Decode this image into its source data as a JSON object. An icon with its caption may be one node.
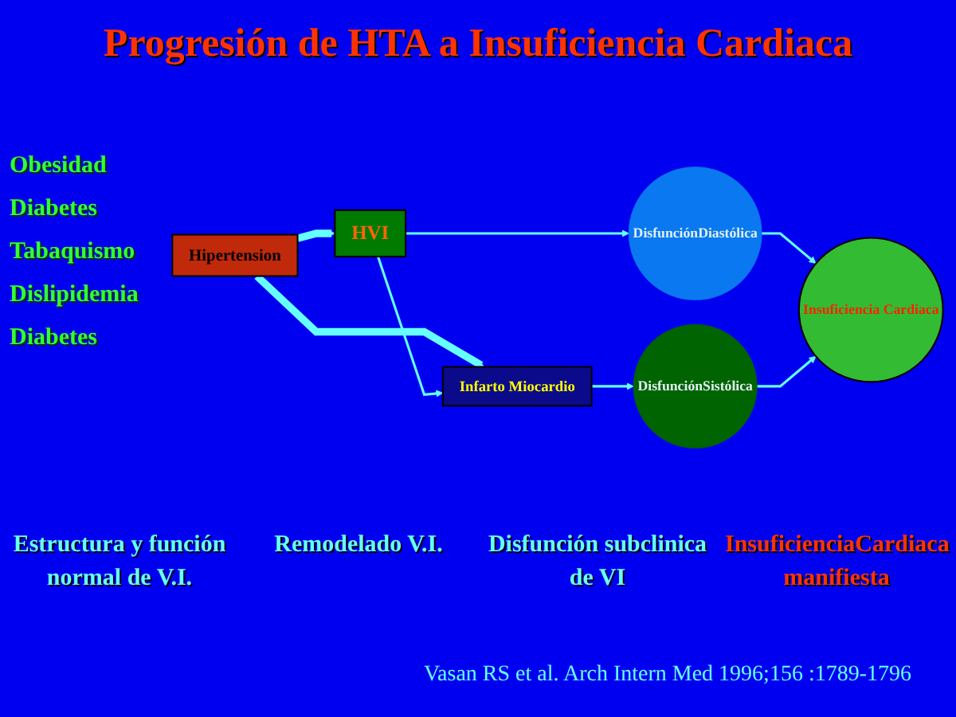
{
  "diagram": {
    "title": "Progresión de HTA a Insuficiencia Cardiaca",
    "nodes": [
      {
        "text": [
          "Hipertension"
        ]
      },
      {
        "text": [
          "HVI"
        ]
      },
      {
        "text": [
          "Infarto Miocardio"
        ]
      },
      {
        "text": [
          "DisfunciónDiastólica"
        ]
      },
      {
        "text": [
          "DisfunciónSistólica"
        ]
      },
      {
        "text": [
          "Insuficiencia Cardiaca"
        ]
      }
    ],
    "edges": [
      {
        "from": 0,
        "to": 1,
        "arrow": "to",
        "style": "thick"
      },
      {
        "from": 0,
        "to": 2,
        "arrow": "to",
        "style": "thick"
      },
      {
        "from": 1,
        "to": 2,
        "arrow": "to"
      },
      {
        "from": 1,
        "to": 3,
        "arrow": "to"
      },
      {
        "from": 2,
        "to": 4,
        "arrow": "to"
      },
      {
        "from": 3,
        "to": 5,
        "arrow": "to"
      },
      {
        "from": 4,
        "to": 5,
        "arrow": "to"
      }
    ],
    "labels": [
      "Obesidad",
      "Diabetes",
      "Tabaquismo",
      "Dislipidemia",
      "Diabetes",
      "Estructura y función normal de V.I.",
      "Remodelado V.I.",
      "Disfunción subclinica de VI",
      "InsuficienciaCardiaca manifiesta",
      "Vasan RS et al. Arch Intern Med 1996;156 :1789-1796"
    ]
  }
}
